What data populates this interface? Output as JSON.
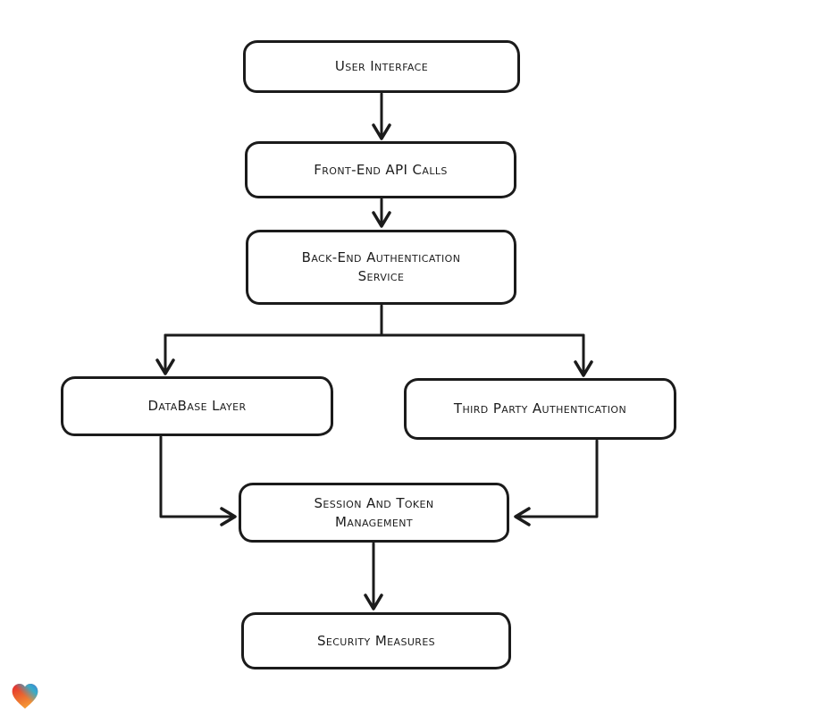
{
  "diagram": {
    "type": "flowchart",
    "nodes": [
      {
        "id": "user-interface",
        "label": "User Interface"
      },
      {
        "id": "front-end-api-calls",
        "label": "Front-End API Calls"
      },
      {
        "id": "back-end-authentication-service",
        "label": "Back-End Authentication Service"
      },
      {
        "id": "database-layer",
        "label": "DataBase Layer"
      },
      {
        "id": "third-party-authentication",
        "label": "Third Party Authentication"
      },
      {
        "id": "session-and-token-management",
        "label": "Session And Token Management"
      },
      {
        "id": "security-measures",
        "label": "Security Measures"
      }
    ],
    "edges": [
      {
        "from": "user-interface",
        "to": "front-end-api-calls"
      },
      {
        "from": "front-end-api-calls",
        "to": "back-end-authentication-service"
      },
      {
        "from": "back-end-authentication-service",
        "to": "database-layer"
      },
      {
        "from": "back-end-authentication-service",
        "to": "third-party-authentication"
      },
      {
        "from": "database-layer",
        "to": "session-and-token-management"
      },
      {
        "from": "third-party-authentication",
        "to": "session-and-token-management"
      },
      {
        "from": "session-and-token-management",
        "to": "security-measures"
      }
    ],
    "colors": {
      "stroke": "#1b1b1b",
      "node_fill": "#ffffff",
      "background": "#ffffff"
    }
  },
  "branding": {
    "logo_icon": "heart-gradient-icon",
    "logo_colors": {
      "red": "#e8232e",
      "blue": "#3b7ed8",
      "cyan": "#2fb0d0",
      "orange": "#f59a35"
    }
  }
}
